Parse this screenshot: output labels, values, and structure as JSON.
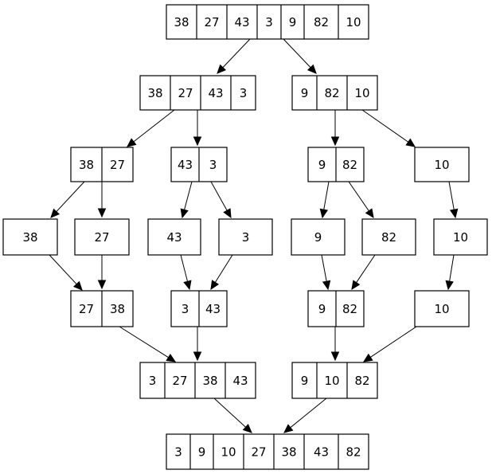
{
  "diagram": {
    "nodes": [
      {
        "id": "n0",
        "cells": [
          "38",
          "27",
          "43",
          "3",
          "9",
          "82",
          "10"
        ]
      },
      {
        "id": "n1",
        "cells": [
          "38",
          "27",
          "43",
          "3"
        ]
      },
      {
        "id": "n2",
        "cells": [
          "9",
          "82",
          "10"
        ]
      },
      {
        "id": "n3",
        "cells": [
          "38",
          "27"
        ]
      },
      {
        "id": "n4",
        "cells": [
          "43",
          "3"
        ]
      },
      {
        "id": "n5",
        "cells": [
          "9",
          "82"
        ]
      },
      {
        "id": "n6",
        "cells": [
          "10"
        ]
      },
      {
        "id": "n7",
        "cells": [
          "38"
        ]
      },
      {
        "id": "n8",
        "cells": [
          "27"
        ]
      },
      {
        "id": "n9",
        "cells": [
          "43"
        ]
      },
      {
        "id": "n10",
        "cells": [
          "3"
        ]
      },
      {
        "id": "n11",
        "cells": [
          "9"
        ]
      },
      {
        "id": "n12",
        "cells": [
          "82"
        ]
      },
      {
        "id": "n13",
        "cells": [
          "10"
        ]
      },
      {
        "id": "n14",
        "cells": [
          "27",
          "38"
        ]
      },
      {
        "id": "n15",
        "cells": [
          "3",
          "43"
        ]
      },
      {
        "id": "n16",
        "cells": [
          "9",
          "82"
        ]
      },
      {
        "id": "n17",
        "cells": [
          "10"
        ]
      },
      {
        "id": "n18",
        "cells": [
          "3",
          "27",
          "38",
          "43"
        ]
      },
      {
        "id": "n19",
        "cells": [
          "9",
          "10",
          "82"
        ]
      },
      {
        "id": "n20",
        "cells": [
          "3",
          "9",
          "10",
          "27",
          "38",
          "43",
          "82"
        ]
      }
    ],
    "edges": [
      {
        "from": "n0",
        "to": "n1"
      },
      {
        "from": "n0",
        "to": "n2"
      },
      {
        "from": "n1",
        "to": "n3"
      },
      {
        "from": "n1",
        "to": "n4"
      },
      {
        "from": "n2",
        "to": "n5"
      },
      {
        "from": "n2",
        "to": "n6"
      },
      {
        "from": "n3",
        "to": "n7"
      },
      {
        "from": "n3",
        "to": "n8"
      },
      {
        "from": "n4",
        "to": "n9"
      },
      {
        "from": "n4",
        "to": "n10"
      },
      {
        "from": "n5",
        "to": "n11"
      },
      {
        "from": "n5",
        "to": "n12"
      },
      {
        "from": "n6",
        "to": "n13"
      },
      {
        "from": "n7",
        "to": "n14"
      },
      {
        "from": "n8",
        "to": "n14"
      },
      {
        "from": "n9",
        "to": "n15"
      },
      {
        "from": "n10",
        "to": "n15"
      },
      {
        "from": "n11",
        "to": "n16"
      },
      {
        "from": "n12",
        "to": "n16"
      },
      {
        "from": "n13",
        "to": "n17"
      },
      {
        "from": "n14",
        "to": "n18"
      },
      {
        "from": "n15",
        "to": "n18"
      },
      {
        "from": "n16",
        "to": "n19"
      },
      {
        "from": "n17",
        "to": "n19"
      },
      {
        "from": "n18",
        "to": "n20"
      },
      {
        "from": "n19",
        "to": "n20"
      }
    ]
  }
}
